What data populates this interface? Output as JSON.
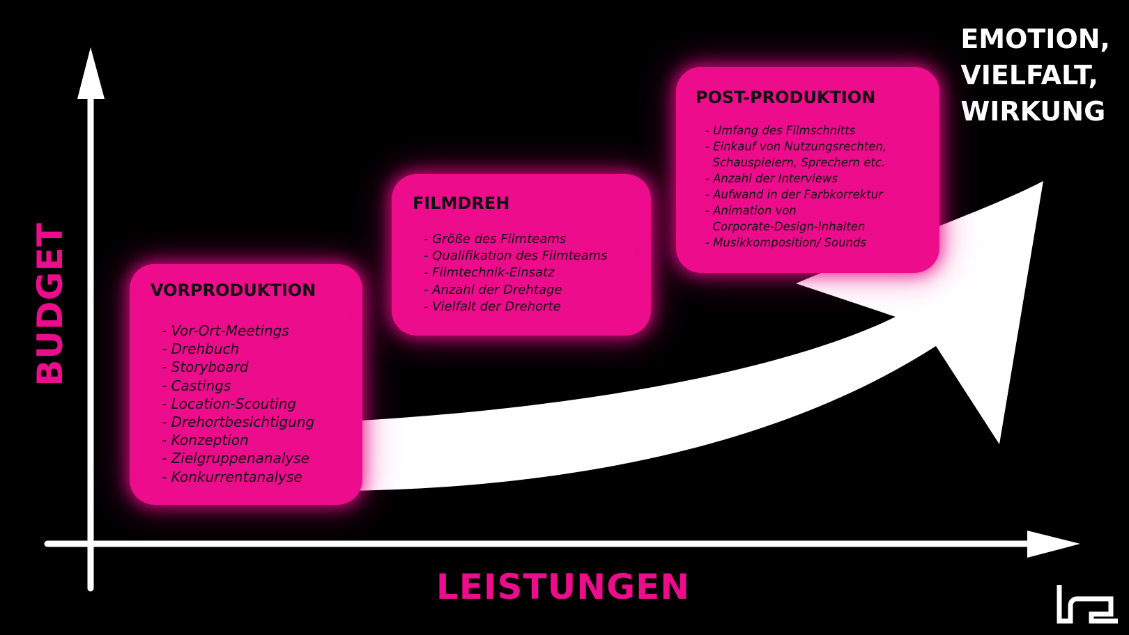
{
  "axes": {
    "y_label": "BUDGET",
    "x_label": "LEISTUNGEN"
  },
  "headline": {
    "line1": "EMOTION,",
    "line2": "VIELFALT,",
    "line3": "WIRKUNG"
  },
  "stages": [
    {
      "title": "VORPRODUKTION",
      "items": [
        "- Vor-Ort-Meetings",
        "- Drehbuch",
        "- Storyboard",
        "- Castings",
        "- Location-Scouting",
        "- Drehortbesichtigung",
        "- Konzeption",
        "- Zielgruppenanalyse",
        "- Konkurrentanalyse"
      ]
    },
    {
      "title": "FILMDREH",
      "items": [
        "- Größe des Filmteams",
        "- Qualifikation des Filmteams",
        "- Filmtechnik-Einsatz",
        "- Anzahl der Drehtage",
        "- Vielfalt der Drehorte"
      ]
    },
    {
      "title": "POST-PRODUKTION",
      "items": [
        "- Umfang des Filmschnitts",
        "- Einkauf von Nutzungsrechten,",
        "  Schauspielern, Sprechern etc.",
        "- Anzahl der Interviews",
        "- Aufwand in der Farbkorrektur",
        "- Animation von",
        "  Corporate-Design-Inhalten",
        "- Musikkomposition/ Sounds"
      ]
    }
  ],
  "colors": {
    "background": "#000000",
    "accent": "#ec0c8c",
    "arrow": "#ffffff",
    "text_dark": "#111111"
  },
  "logo": {
    "icon": "brand-logo-icon"
  }
}
